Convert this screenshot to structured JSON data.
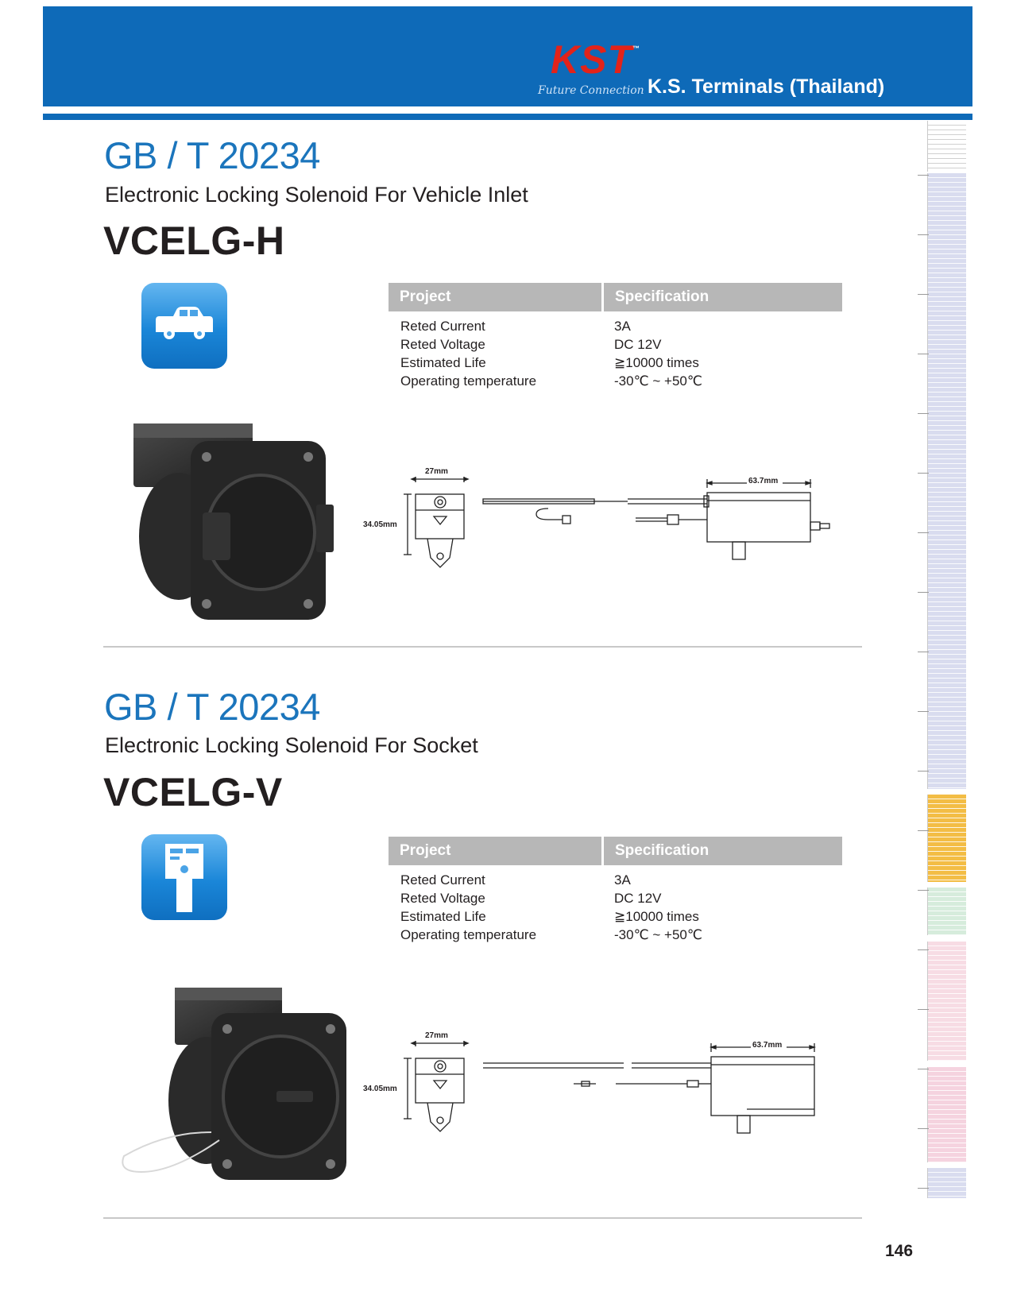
{
  "header": {
    "logo_text": "KST",
    "logo_tm": "™",
    "logo_tagline": "Future Connection",
    "company": "K.S. Terminals (Thailand)"
  },
  "colors": {
    "header_blue": "#0e6ab8",
    "logo_red": "#e2231a",
    "title_blue": "#1b75bc",
    "table_header_gray": "#b7b7b7",
    "tab_lavender": "#d9dcef",
    "tab_orange": "#f3bd45",
    "tab_green": "#d6ecdc",
    "tab_pink": "#f7dce4"
  },
  "sections": [
    {
      "standard": "GB / T 20234",
      "subtitle": "Electronic Locking Solenoid For Vehicle Inlet",
      "model": "VCELG-H",
      "icon": "car-icon",
      "table": {
        "headers": [
          "Project",
          "Specification"
        ],
        "rows": [
          [
            "Reted Current",
            "3A"
          ],
          [
            "Reted Voltage",
            "DC 12V"
          ],
          [
            "Estimated Life",
            "≧10000 times"
          ],
          [
            "Operating temperature",
            "-30℃ ~ +50℃"
          ]
        ]
      },
      "dimensions": {
        "width": "27mm",
        "height": "34.05mm",
        "length": "63.7mm"
      }
    },
    {
      "standard": "GB / T 20234",
      "subtitle": "Electronic Locking Solenoid For Socket",
      "model": "VCELG-V",
      "icon": "charging-station-icon",
      "table": {
        "headers": [
          "Project",
          "Specification"
        ],
        "rows": [
          [
            "Reted Current",
            "3A"
          ],
          [
            "Reted Voltage",
            "DC 12V"
          ],
          [
            "Estimated Life",
            "≧10000 times"
          ],
          [
            "Operating temperature",
            "-30℃ ~ +50℃"
          ]
        ]
      },
      "dimensions": {
        "width": "27mm",
        "height": "34.05mm",
        "length": "63.7mm"
      }
    }
  ],
  "page_number": "146"
}
